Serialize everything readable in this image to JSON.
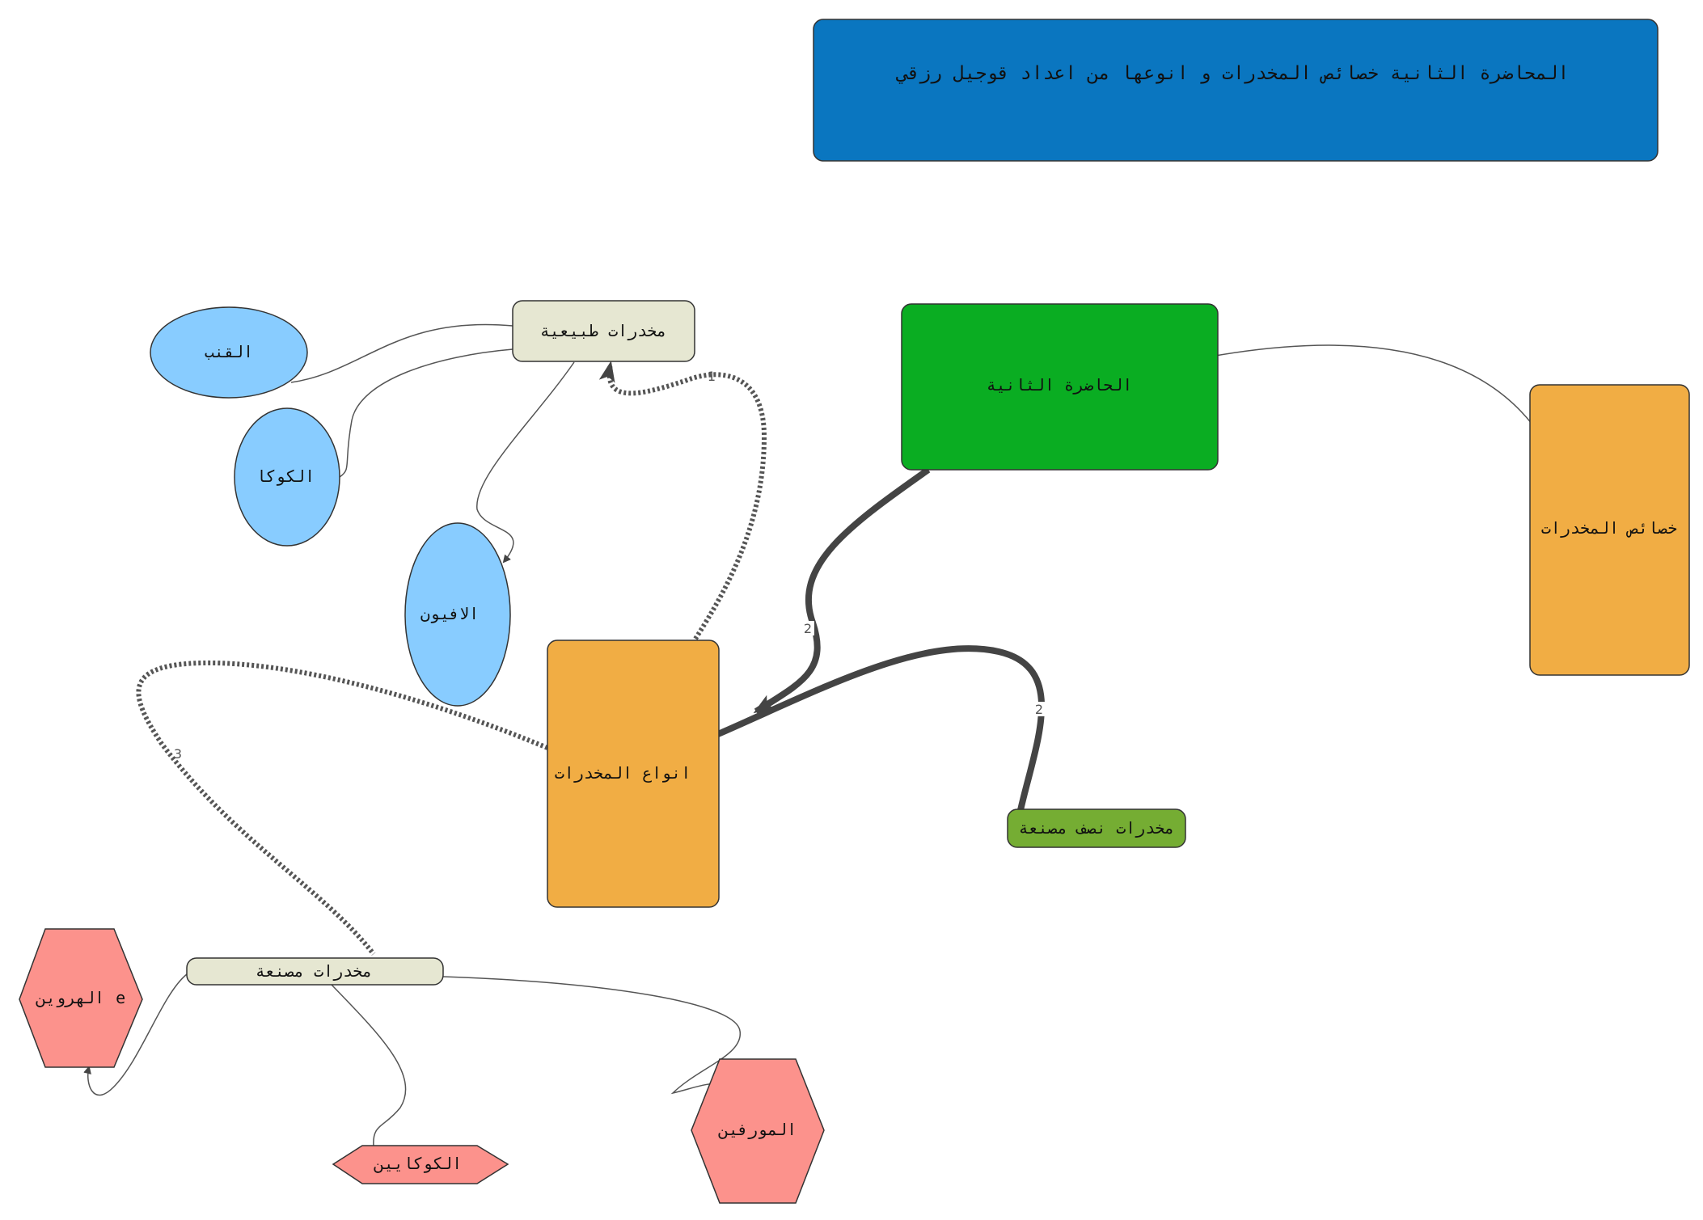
{
  "title": {
    "text": "المحاضرة الثانية خصائص المخدرات و انوعها  من اعداد قوجيل رزقي",
    "color": "#0a76c0"
  },
  "nodes": {
    "lecture": {
      "label": "الحاضرة الثانية",
      "color": "#0aad22"
    },
    "properties": {
      "label": "خصائص المخدرات",
      "color": "#f1ad44"
    },
    "types": {
      "label": "انواع المخدرات",
      "color": "#f1ad44"
    },
    "natural": {
      "label": "مخدرات طبيعية",
      "color": "#e6e7d2"
    },
    "semi": {
      "label": "مخدرات نصف مصنعة",
      "color": "#75ad33"
    },
    "synthetic": {
      "label": "مخدرات مصنعة",
      "color": "#e6e7d2"
    },
    "cannabis": {
      "label": "القنب",
      "color": "#88ccff"
    },
    "coca": {
      "label": "الكوكا",
      "color": "#88ccff"
    },
    "opium": {
      "label": "الافيون",
      "color": "#88ccff"
    },
    "heroin": {
      "label": "e الهروين",
      "color": "#fc928c"
    },
    "cocaine": {
      "label": "الكوكايين",
      "color": "#fc928c"
    },
    "morphine": {
      "label": "المورفين",
      "color": "#fc928c"
    }
  },
  "edges": {
    "natural_types": {
      "label": "1"
    },
    "lecture_types": {
      "label": "2"
    },
    "types_semi": {
      "label": "2"
    },
    "types_synthetic": {
      "label": "3"
    }
  }
}
